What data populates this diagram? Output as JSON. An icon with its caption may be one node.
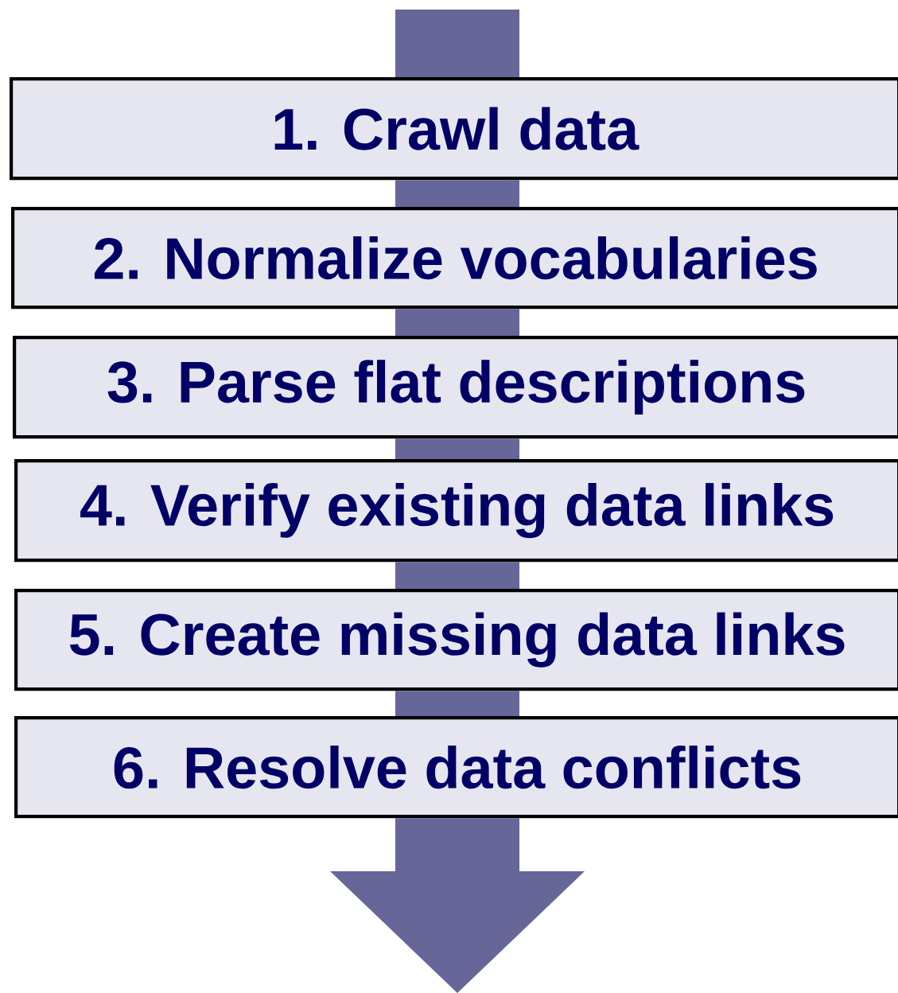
{
  "diagram": {
    "nodes": [
      {
        "text": [
          "1. Crawl data"
        ]
      },
      {
        "text": [
          "2. Normalize vocabularies"
        ]
      },
      {
        "text": [
          "3. Parse flat descriptions"
        ]
      },
      {
        "text": [
          "4. Verify existing data links"
        ]
      },
      {
        "text": [
          "5. Create missing data links"
        ]
      },
      {
        "text": [
          "6. Resolve data conflicts"
        ]
      }
    ],
    "edges": [
      {
        "from": null,
        "to": 0,
        "arrow": "none"
      },
      {
        "from": 0,
        "to": 1,
        "arrow": "none"
      },
      {
        "from": 1,
        "to": 2,
        "arrow": "none"
      },
      {
        "from": 2,
        "to": 3,
        "arrow": "none"
      },
      {
        "from": 3,
        "to": 4,
        "arrow": "none"
      },
      {
        "from": 4,
        "to": 5,
        "arrow": "none"
      },
      {
        "from": 5,
        "to": null,
        "arrow": "to"
      }
    ]
  }
}
